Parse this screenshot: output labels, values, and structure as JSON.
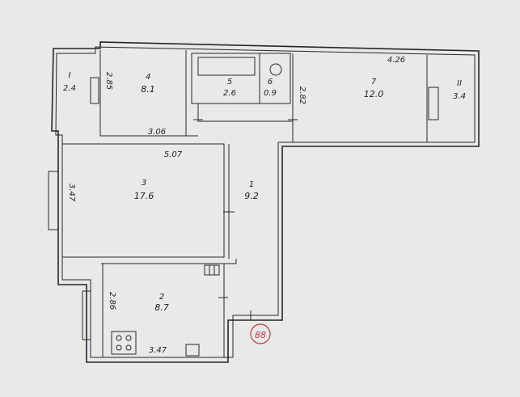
{
  "rooms": [
    {
      "num": "1",
      "area": "9.2"
    },
    {
      "num": "2",
      "area": "8.7"
    },
    {
      "num": "3",
      "area": "17.6"
    },
    {
      "num": "4",
      "area": "8.1"
    },
    {
      "num": "5",
      "area": "2.6"
    },
    {
      "num": "6",
      "area": "0.9"
    },
    {
      "num": "7",
      "area": "12.0"
    }
  ],
  "balconies": [
    {
      "num": "I",
      "area": "2.4"
    },
    {
      "num": "II",
      "area": "3.4"
    }
  ],
  "dimensions": {
    "r4_height": "2.85",
    "r4_width": "3.06",
    "r3_width": "5.07",
    "r3_height": "3.47",
    "r2_height": "2.86",
    "r2_width": "3.47",
    "r7_width": "4.26",
    "r7_height": "2.82"
  },
  "stamp": "88",
  "colors": {
    "ink": "#26262c",
    "paper": "#e9e9e7",
    "stamp": "#c0394f"
  }
}
